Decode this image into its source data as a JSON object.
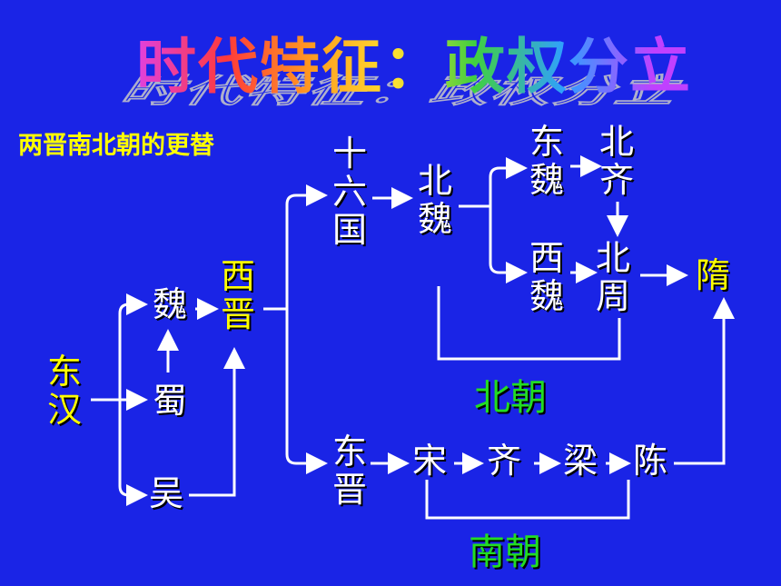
{
  "title": "时代特征：政权分立",
  "subtitle": "两晋南北朝的更替",
  "nodes": {
    "donghan": "东\n汉",
    "wei": "魏",
    "shu": "蜀",
    "wu": "吴",
    "xijin": "西\n晋",
    "shiliuguo": "十\n六\n国",
    "dongjin": "东\n晋",
    "beiwei": "北\n魏",
    "dongwei": "东\n魏",
    "xiwei": "西\n魏",
    "beiqi": "北\n齐",
    "beizhou": "北\n周",
    "sui": "隋",
    "song": "宋",
    "qi": "齐",
    "liang": "梁",
    "chen": "陈"
  },
  "labels": {
    "beichao": "北朝",
    "nanchao": "南朝"
  },
  "colors": {
    "background": "#1a24e6",
    "yellow": "#ffff00",
    "white": "#ffffff",
    "green": "#22dd22"
  }
}
